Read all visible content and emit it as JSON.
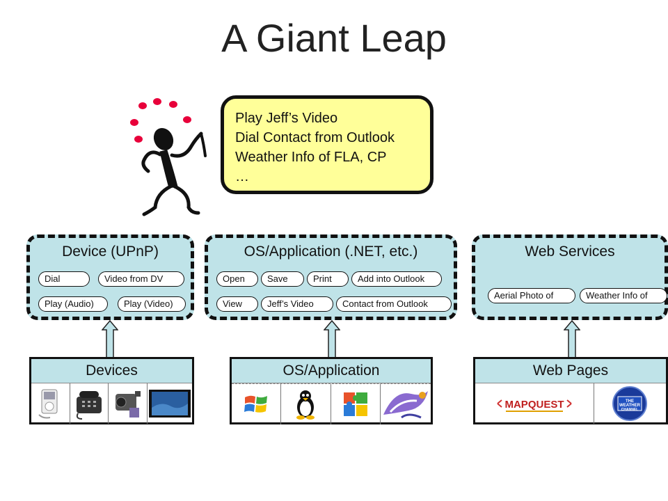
{
  "title": "A Giant Leap",
  "task_box": {
    "lines": [
      "Play Jeff’s Video",
      "Dial Contact from Outlook",
      "Weather Info of FLA, CP",
      "…"
    ],
    "background": "#ffff99"
  },
  "panels": {
    "device": {
      "title": "Device (UPnP)",
      "pills": [
        "Dial",
        "Video from DV",
        "Play (Audio)",
        "Play (Video)"
      ]
    },
    "os": {
      "title": "OS/Application (.NET, etc.)",
      "pills": [
        "Open",
        "Save",
        "Print",
        "Add into Outlook",
        "View",
        "Jeff’s Video",
        "Contact from Outlook"
      ]
    },
    "web": {
      "title": "Web Services",
      "pills": [
        "Aerial Photo of",
        "Weather Info of"
      ]
    },
    "color": "#bfe3e8"
  },
  "sources": {
    "devices": {
      "title": "Devices",
      "icons": [
        "ipod-icon",
        "phone-icon",
        "camcorder-icon",
        "tv-screen-icon"
      ]
    },
    "os": {
      "title": "OS/Application",
      "icons": [
        "windows-icon",
        "linux-penguin-icon",
        "office-puzzle-icon",
        "app-splash-icon"
      ]
    },
    "web": {
      "title": "Web Pages",
      "logos": [
        "MAPQUEST",
        "THE WEATHER CHANNEL"
      ]
    }
  },
  "colors": {
    "juggling_balls": "#e8003a",
    "arrow_fill": "#bfe3e8"
  }
}
